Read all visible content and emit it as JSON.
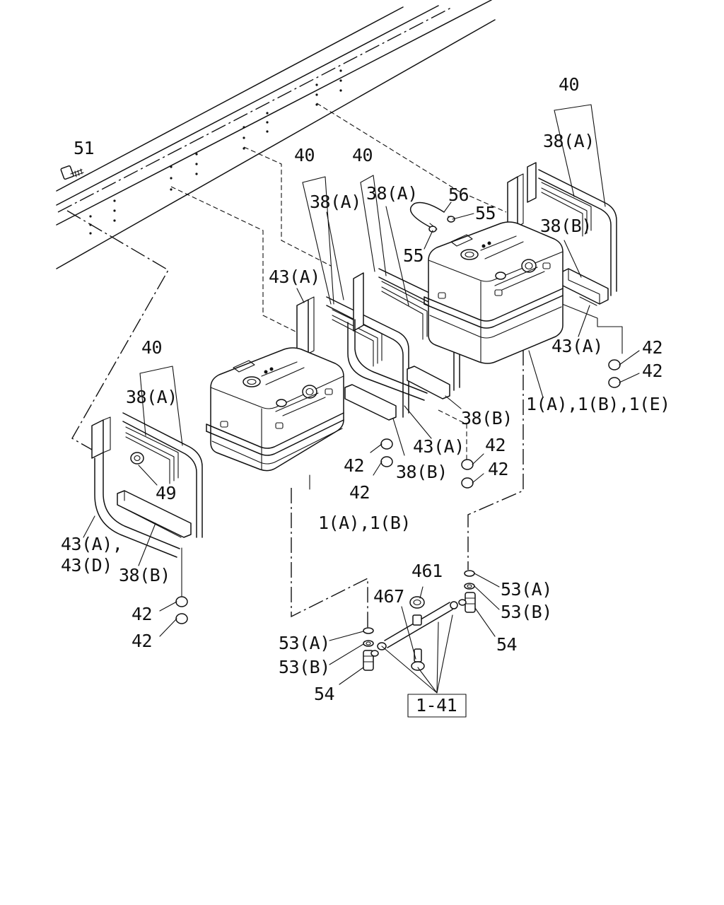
{
  "callouts": {
    "c51": "51",
    "c40_left": "40",
    "c38a_left": "38(A)",
    "c49": "49",
    "c43ad_1": "43(A),",
    "c43ad_2": "43(D)",
    "c38b_left": "38(B)",
    "c42_l1": "42",
    "c42_l2": "42",
    "c40_m1": "40",
    "c38a_m1": "38(A)",
    "c40_m2": "40",
    "c38a_m2": "38(A)",
    "c43a_m": "43(A)",
    "c42_m1": "42",
    "c42_m2": "42",
    "c38b_m": "38(B)",
    "c1ab": "1(A),1(B)",
    "c43a_m2": "43(A)",
    "c42_m3": "42",
    "c42_m4": "42",
    "c38b_m2": "38(B)",
    "c56": "56",
    "c55a": "55",
    "c55b": "55",
    "c40_r": "40",
    "c38a_r": "38(A)",
    "c38b_r": "38(B)",
    "c43a_r": "43(A)",
    "c42_r1": "42",
    "c42_r2": "42",
    "c1abe": "1(A),1(B),1(E)",
    "c461": "461",
    "c467": "467",
    "c53a_l": "53(A)",
    "c53b_l": "53(B)",
    "c54_l": "54",
    "c53a_r": "53(A)",
    "c53b_r": "53(B)",
    "c54_r": "54",
    "ref": "1-41"
  }
}
